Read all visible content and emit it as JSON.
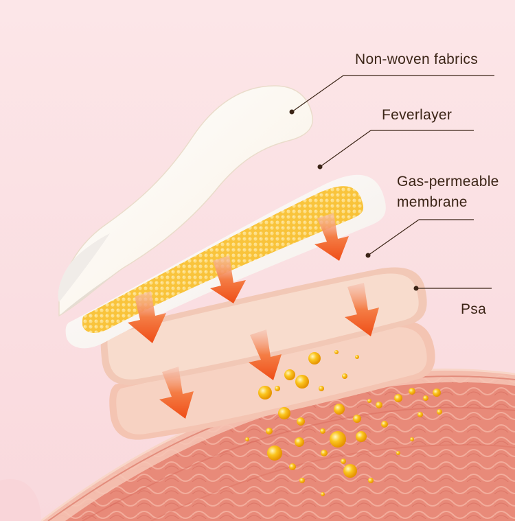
{
  "labels": {
    "non_woven": "Non-woven fabrics",
    "feverlayer": "Feverlayer",
    "gas_line1": "Gas-permeable",
    "gas_line2": "membrane",
    "psa": "Psa"
  },
  "colors": {
    "background": "#fbe0e3",
    "text": "#3b2416",
    "leader": "#3b2416",
    "arrow": "#f2581e",
    "dots": "#f6b010",
    "skin": "#e98674"
  }
}
